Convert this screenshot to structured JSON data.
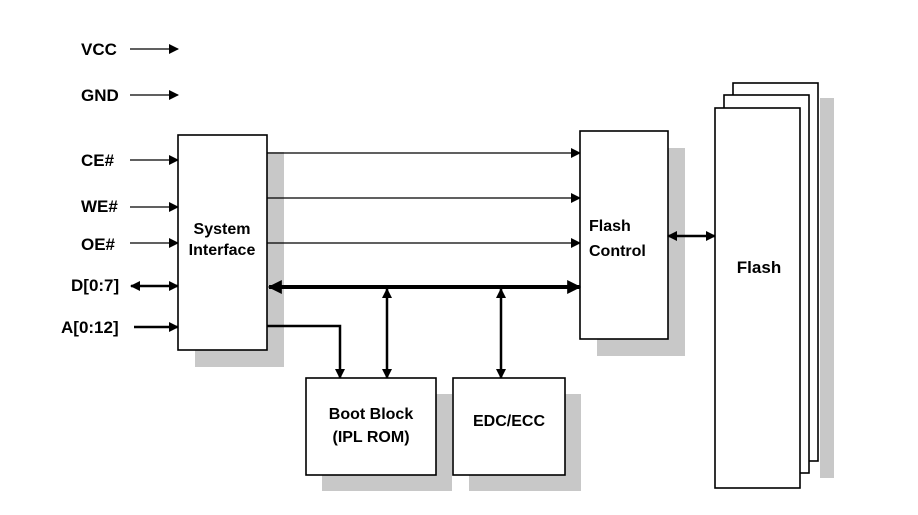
{
  "signals": {
    "vcc": "VCC",
    "gnd": "GND",
    "ce": "CE#",
    "we": "WE#",
    "oe": "OE#",
    "data": "D[0:7]",
    "address": "A[0:12]"
  },
  "blocks": {
    "system_interface": [
      "System",
      "Interface"
    ],
    "flash_control": [
      "Flash",
      "Control"
    ],
    "flash": "Flash",
    "boot_block": [
      "Boot Block",
      "(IPL ROM)"
    ],
    "edc_ecc": "EDC/ECC"
  }
}
